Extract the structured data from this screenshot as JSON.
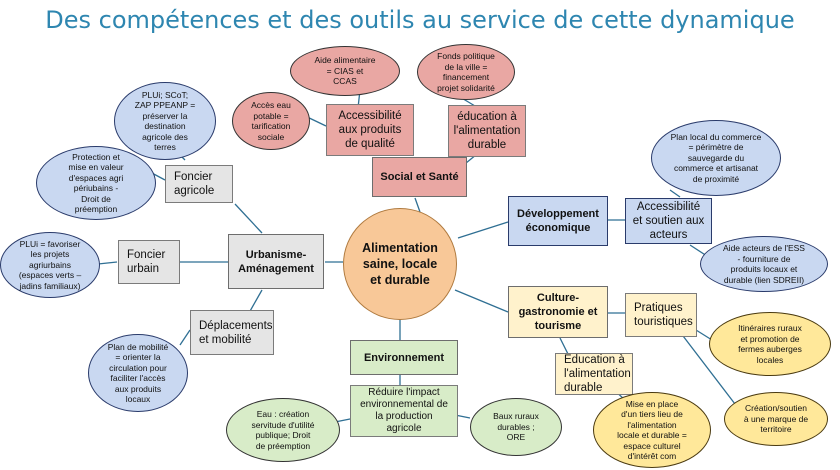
{
  "title": "Des compétences et des outils au service de cette dynamique",
  "center": "Alimentation\nsaine, locale\net durable",
  "hubs": {
    "social": "Social et Santé",
    "dev": "Développement\néconomique",
    "culture": "Culture-\ngastronomie et\ntourisme",
    "env": "Environnement",
    "urba": "Urbanisme-\nAménagement"
  },
  "subs": {
    "acces_produits": "Accessibilité\naux produits\nde qualité",
    "education_alim": "éducation à\nl'alimentation\ndurable",
    "acces_acteurs": "Accessibilité\net soutien aux\nacteurs",
    "pratiques": "Pratiques\ntouristiques",
    "education_alim2": "Education à\nl'alimentation\ndurable",
    "reduire": "Réduire l'impact\nenvironnemental de\nla production\nagricole",
    "foncier_agri": "Foncier\nagricole",
    "foncier_urbain": "Foncier\nurbain",
    "deplacements": "Déplacements\net mobilité"
  },
  "ellipses": {
    "aide_alim": "Aide alimentaire\n= CIAS et\nCCAS",
    "fonds": "Fonds politique\nde la ville =\nfinancement\nprojet solidarité",
    "acces_eau": "Accès eau\npotable =\ntarification\nsociale",
    "plan_commerce": "Plan local du commerce\n= périmètre de\nsauvegarde du\ncommerce et artisanat\nde proximité",
    "aide_ess": "Aide acteurs de l'ESS\n-  fourniture de\nproduits locaux et\ndurable (lien SDREII)",
    "itineraires": "Itinéraires ruraux\net promotion de\nfermes auberges\nlocales",
    "creation_marque": "Création/soutien\nà une marque de\nterritoire",
    "tiers_lieu": "Mise en place\nd'un tiers lieu de\nl'alimentation\nlocale et durable =\nespace culturel\nd'intérêt com",
    "baux": "Baux ruraux\ndurables ;\nORE",
    "eau_creation": "Eau : création\nservitude d'utilité\npublique; Droit\nde préemption",
    "plui_scot": "PLUi; SCoT;\nZAP PPEANP =\npréserver la\ndestination\nagricole des\nterres",
    "protection": "Protection et\nmise en valeur\nd'espaces agri\npériubains -\nDroit de\npréemption",
    "plui_projets": "PLUi = favoriser\nles projets\nagriurbains\n(espaces verts –\njadins familiaux)",
    "plan_mobilite": "Plan de mobilité\n= orienter la\ncirculation pour\nfaciliter l'accès\naux produits\nlocaux"
  },
  "colors": {
    "title": "#2e86b0",
    "link": "#2f6f93",
    "pink": "#e9a7a3",
    "blue": "#c9d8f1",
    "green": "#d8ecc8",
    "grey": "#e5e5e5",
    "yellow": "#fff2cc",
    "yellow_strong": "#ffe89a",
    "orange": "#f8c898"
  }
}
